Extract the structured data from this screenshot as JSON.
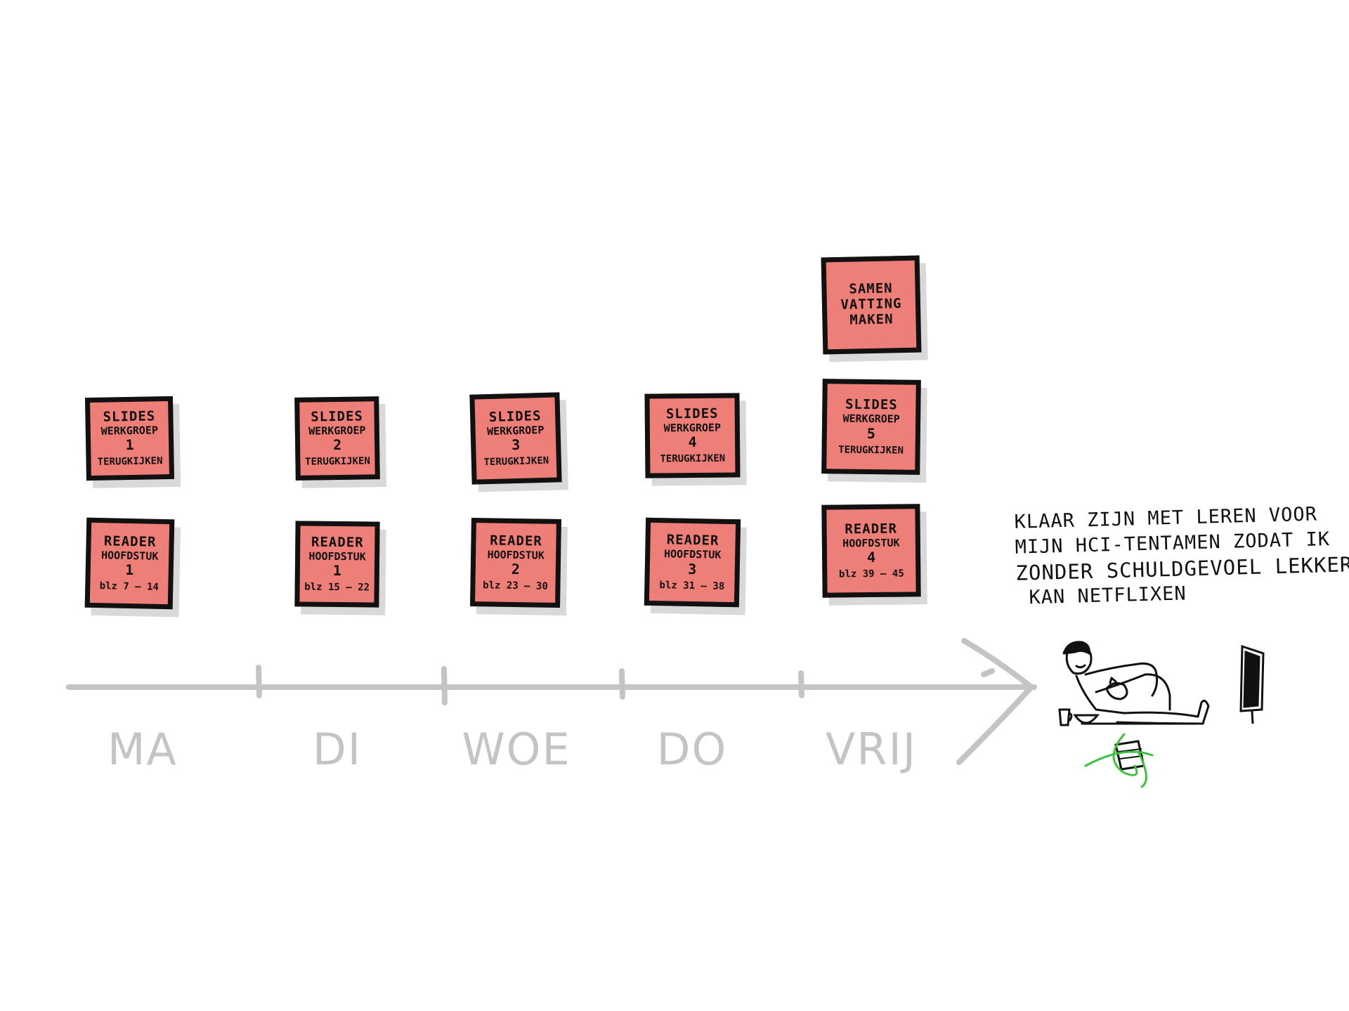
{
  "days": [
    {
      "label": "MA",
      "notes": [
        {
          "kind": "slides",
          "title": "SLIDES",
          "subtitle": "WERKGROEP",
          "num": "1",
          "footer": "TERUGKIJKEN"
        },
        {
          "kind": "reader",
          "title": "READER",
          "subtitle": "HOOFDSTUK",
          "num": "1",
          "footer": "blz 7 – 14"
        }
      ]
    },
    {
      "label": "DI",
      "notes": [
        {
          "kind": "slides",
          "title": "SLIDES",
          "subtitle": "WERKGROEP",
          "num": "2",
          "footer": "TERUGKIJKEN"
        },
        {
          "kind": "reader",
          "title": "READER",
          "subtitle": "HOOFDSTUK",
          "num": "1",
          "footer": "blz 15 – 22"
        }
      ]
    },
    {
      "label": "WOE",
      "notes": [
        {
          "kind": "slides",
          "title": "SLIDES",
          "subtitle": "WERKGROEP",
          "num": "3",
          "footer": "TERUGKIJKEN"
        },
        {
          "kind": "reader",
          "title": "READER",
          "subtitle": "HOOFDSTUK",
          "num": "2",
          "footer": "blz 23 – 30"
        }
      ]
    },
    {
      "label": "DO",
      "notes": [
        {
          "kind": "slides",
          "title": "SLIDES",
          "subtitle": "WERKGROEP",
          "num": "4",
          "footer": "TERUGKIJKEN"
        },
        {
          "kind": "reader",
          "title": "READER",
          "subtitle": "HOOFDSTUK",
          "num": "3",
          "footer": "blz 31 – 38"
        }
      ]
    },
    {
      "label": "VRIJ",
      "notes": [
        {
          "kind": "summary",
          "lines": [
            "SAMEN",
            "VATTING",
            "MAKEN"
          ]
        },
        {
          "kind": "slides",
          "title": "SLIDES",
          "subtitle": "WERKGROEP",
          "num": "5",
          "footer": "TERUGKIJKEN"
        },
        {
          "kind": "reader",
          "title": "READER",
          "subtitle": "HOOFDSTUK",
          "num": "4",
          "footer": "blz 39 – 45"
        }
      ]
    }
  ],
  "goal": {
    "lines": [
      "KLAAR ZIJN MET LEREN VOOR",
      "MIJN HCI-TENTAMEN ZODAT IK",
      "ZONDER SCHULDGEVOEL LEKKER",
      "KAN NETFLIXEN"
    ]
  },
  "colors": {
    "note_fill": "#ee7f78",
    "outline": "#111111",
    "timeline": "#c4c4c4",
    "shadow": "#d9d9d9",
    "scribble": "#3cc23c"
  },
  "icons": [
    "person-relaxing-icon",
    "tv-icon",
    "cup-icon",
    "bowl-icon",
    "crossed-out-book-icon"
  ]
}
